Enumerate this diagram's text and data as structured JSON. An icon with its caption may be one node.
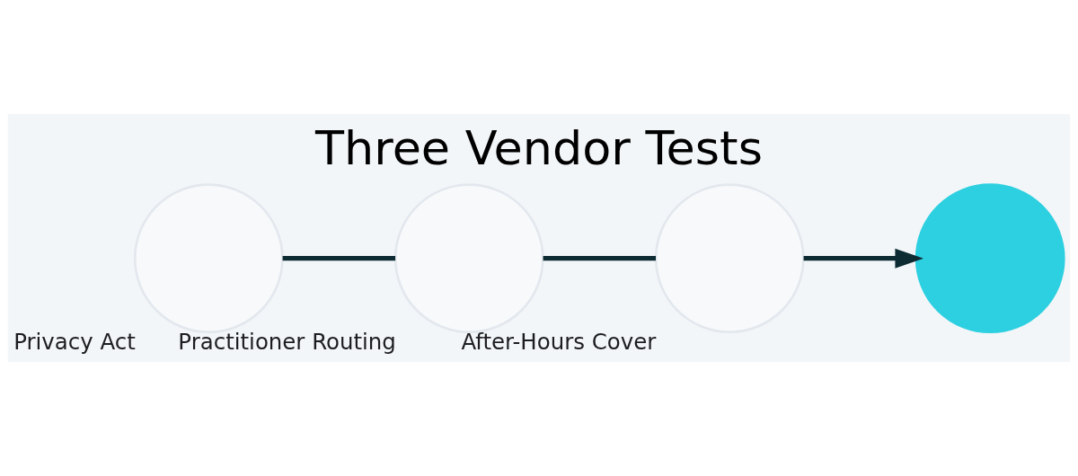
{
  "diagram": {
    "title": "Three Vendor Tests",
    "nodes": [
      {
        "text": [
          "Privacy Act"
        ]
      },
      {
        "text": [
          "Practitioner Routing"
        ]
      },
      {
        "text": [
          "After-Hours Cover"
        ]
      },
      {
        "text": [],
        "shape": "circle"
      }
    ],
    "edges": [
      {
        "from": 0,
        "to": 1,
        "arrow": "none"
      },
      {
        "from": 1,
        "to": 2,
        "arrow": "none"
      },
      {
        "from": 2,
        "to": 3,
        "arrow": "to"
      }
    ]
  }
}
